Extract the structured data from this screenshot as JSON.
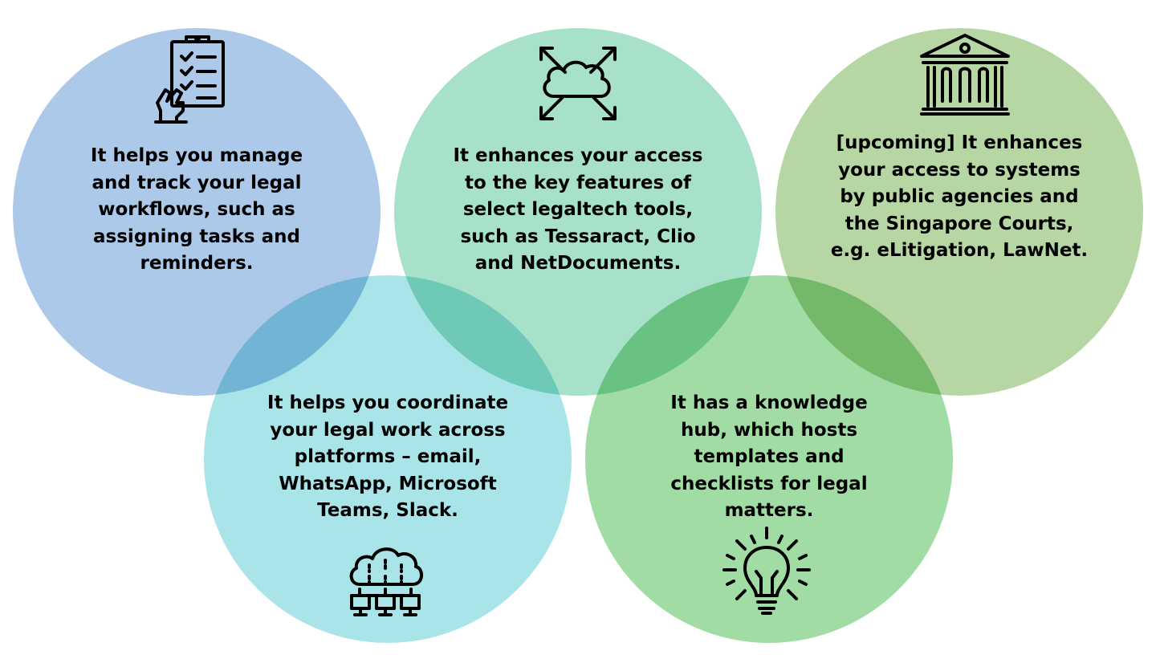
{
  "circles": [
    {
      "id": "workflow",
      "color": "#acc9e9",
      "icon": "checklist-clipboard-icon",
      "text": "It helps you manage and track your legal workflows, such as assigning tasks and reminders."
    },
    {
      "id": "legaltech",
      "color": "#a7e1c9",
      "icon": "cloud-expand-icon",
      "text": "It enhances your access to the key features of select legaltech tools, such as Tessaract, Clio and NetDocuments."
    },
    {
      "id": "public-agencies",
      "color": "#b6d7a4",
      "icon": "courthouse-icon",
      "text": "[upcoming] It enhances your access to systems by public agencies and the Singapore Courts, e.g. eLitigation, LawNet."
    },
    {
      "id": "coordination",
      "color": "#a9e4e8",
      "icon": "cloud-network-icon",
      "text": "It helps you coordinate your legal work across platforms – email, WhatsApp, Microsoft Teams, Slack."
    },
    {
      "id": "knowledge-hub",
      "color": "#a2dca5",
      "icon": "lightbulb-icon",
      "text": "It has a knowledge hub, which hosts templates and checklists for legal matters."
    }
  ]
}
